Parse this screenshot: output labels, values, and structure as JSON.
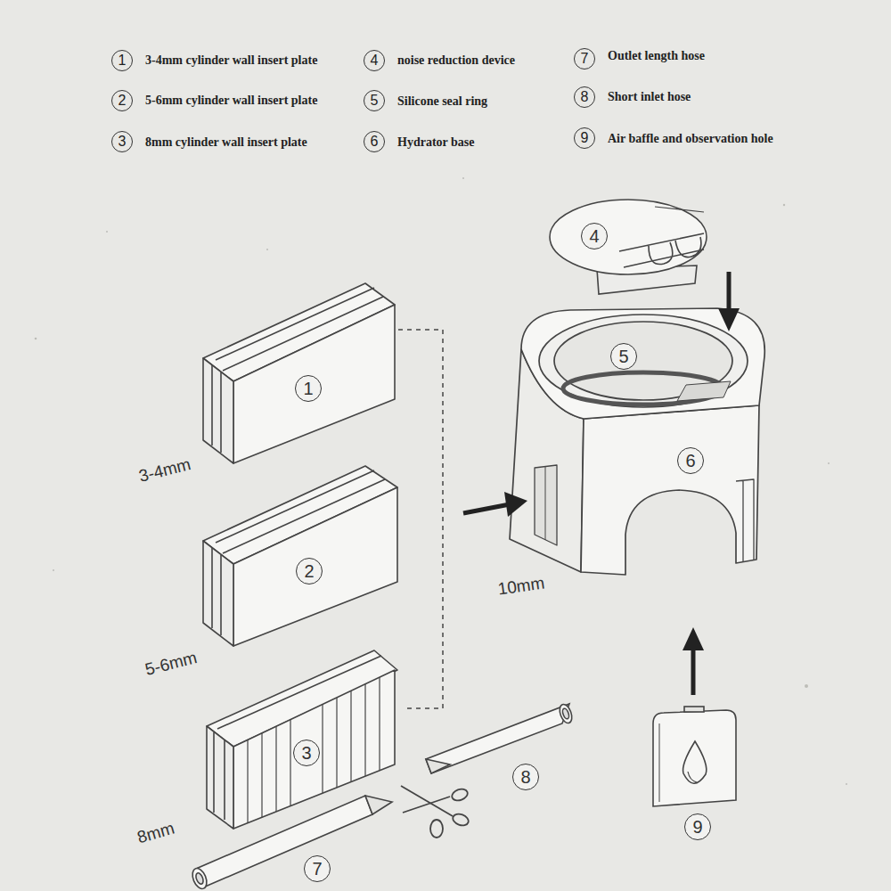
{
  "diagram": {
    "labels": [
      "1",
      "3-4mm cylinder wall insert plate",
      "4",
      "noise reduction device",
      "7",
      "Outlet length hose",
      "2",
      "5-6mm cylinder wall insert plate",
      "5",
      "Silicone seal ring",
      "8",
      "Short inlet hose",
      "3",
      "8mm cylinder wall insert plate",
      "6",
      "Hydrator base",
      "9",
      "Air baffle and observation hole",
      "4",
      "5",
      "1",
      "3-4mm",
      "6",
      "10mm",
      "2",
      "5-6mm",
      "3",
      "8",
      "8mm",
      "7",
      "9"
    ]
  }
}
